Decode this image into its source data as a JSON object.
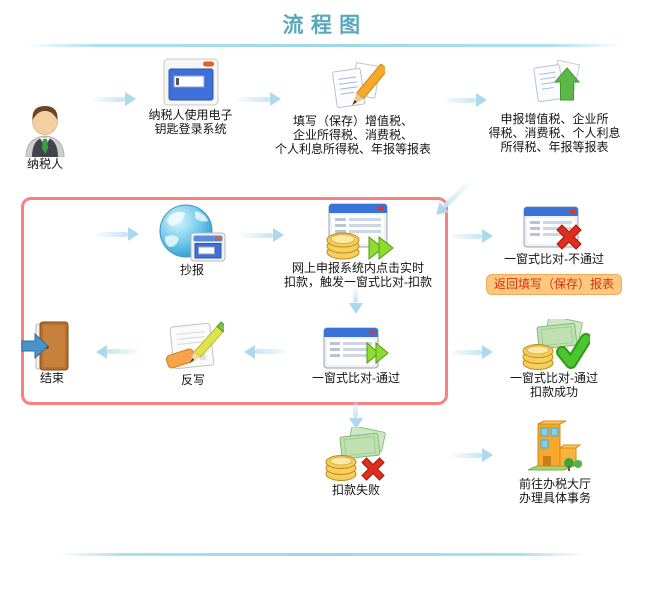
{
  "title": "流程图",
  "colors": {
    "title_text": "#58A7BD",
    "process_box_border": "#F98080",
    "badge_background": "#FBC87E",
    "badge_text": "#DC3118",
    "arrow": "#AED9EC",
    "label_text": "#141414"
  },
  "icons": {
    "taxpayer": "person-icon",
    "login": "browser-window-icon",
    "fill_forms": "document-edit-icon",
    "declare": "document-upload-icon",
    "copy_report": "globe-browser-icon",
    "online_deduct": "window-coins-forward-icon",
    "compare_fail": "window-error-icon",
    "compare_pass": "window-forward-icon",
    "write_back": "notepad-pencil-icon",
    "end": "exit-door-icon",
    "deduct_success": "coins-success-icon",
    "deduct_fail": "coins-error-icon",
    "tax_hall": "building-icon"
  },
  "nodes": {
    "taxpayer": {
      "label": "纳税人"
    },
    "login": {
      "line1": "纳税人使用电子",
      "line2": "钥匙登录系统"
    },
    "fill_forms": {
      "line1": "填写（保存）增值税、",
      "line2": "企业所得税、消费税、",
      "line3": "个人利息所得税、年报等报表"
    },
    "declare": {
      "line1": "申报增值税、企业所",
      "line2": "得税、消费税、个人利息",
      "line3": "所得税、年报等报表"
    },
    "copy_report": {
      "label": "抄报"
    },
    "online_deduct": {
      "line1": "网上申报系统内点击实时",
      "line2": "扣款，触发一窗式比对-扣款"
    },
    "compare_fail": {
      "label": "一窗式比对-不通过",
      "badge": "返回填写（保存）报表"
    },
    "compare_pass": {
      "label": "一窗式比对-通过"
    },
    "write_back": {
      "label": "反写"
    },
    "end": {
      "label": "结束"
    },
    "deduct_success": {
      "line1": "一窗式比对-通过",
      "line2": "扣款成功"
    },
    "deduct_fail": {
      "label": "扣款失败"
    },
    "tax_hall": {
      "line1": "前往办税大厅",
      "line2": "办理具体事务"
    }
  }
}
